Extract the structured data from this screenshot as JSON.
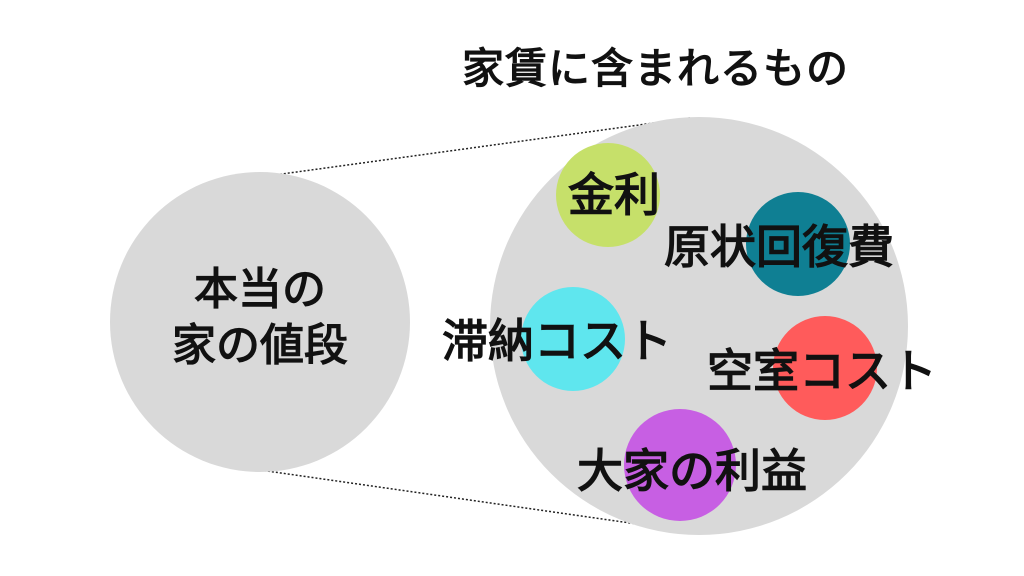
{
  "title": "家賃に含まれるもの",
  "left_circle": {
    "line1": "本当の",
    "line2": "家の値段",
    "color": "#d9d9d9"
  },
  "components": [
    {
      "label": "金利",
      "color": "#c6e06a"
    },
    {
      "label": "原状回復費",
      "color": "#0f7f93"
    },
    {
      "label": "滞納コスト",
      "color": "#5fe6ee"
    },
    {
      "label": "空室コスト",
      "color": "#ff5b5b"
    },
    {
      "label": "大家の利益",
      "color": "#c75fe3"
    }
  ],
  "right_circle_color": "#d9d9d9"
}
